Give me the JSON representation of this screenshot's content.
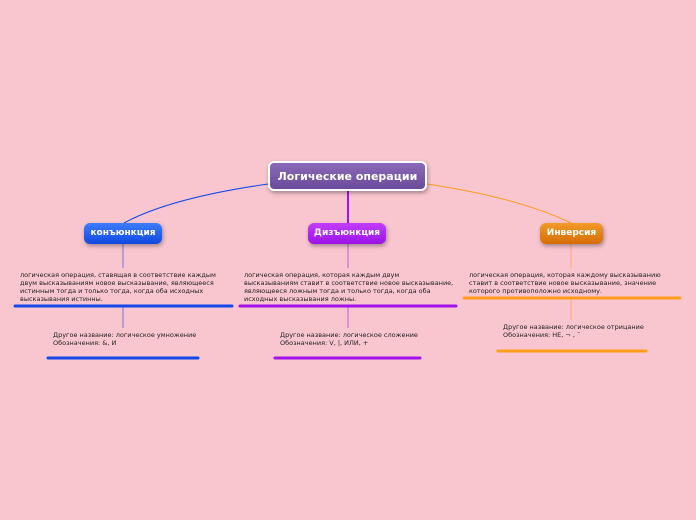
{
  "root": {
    "label": "Логические операции"
  },
  "branches": [
    {
      "label": "конъюнкция",
      "color": "#1448e8",
      "definition": [
        "логическая операция, ставящая в соответствие каждым",
        "двум высказываниям новое высказывание, являющееся",
        "истинным тогда и только тогда, когда оба исходных",
        "высказывания истинны."
      ],
      "other": [
        "Другое название: логическое умножение",
        "Обозначения: &, И"
      ]
    },
    {
      "label": "Дизъюнкция",
      "color": "#a113e8",
      "definition": [
        "логическая операция, которая каждым двум",
        "высказываниям ставит в соответствие новое высказывание,",
        "являющееся ложным тогда и только тогда, когда оба",
        "исходных высказывания ложны."
      ],
      "other": [
        "Другое название: логическое сложение",
        "Обозначения:  V, |,  ИЛИ, +"
      ]
    },
    {
      "label": "Инверсия",
      "color": "#ff9c1a",
      "definition": [
        "логическая операция, которая каждому высказыванию",
        "ставит в соответствие новое высказывание, значение",
        "которого противоположно исходному."
      ],
      "other": [
        "Другое название: логическое отрицание",
        "Обозначения: НЕ,  ¬ , ¯"
      ]
    }
  ]
}
